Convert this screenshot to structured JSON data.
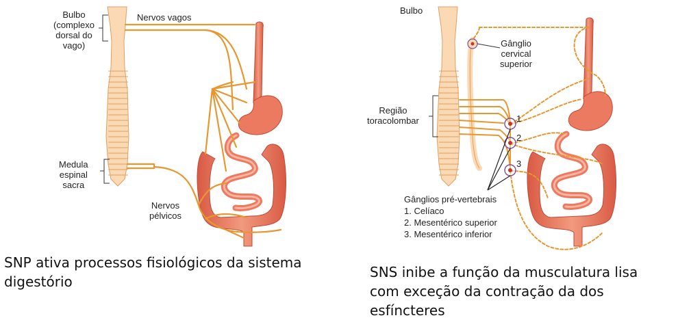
{
  "left_diagram": {
    "bulbo_label": "Bulbo\n(complexo\ndorsal do\nvago)",
    "nervos_vagos_label": "Nervos vagos",
    "medula_label": "Medula\nespinal\nsacra",
    "nervos_pelvicos_label": "Nervos\npélvicos",
    "caption": "SNP ativa processos fisiológicos da sistema digestório"
  },
  "right_diagram": {
    "bulbo_label": "Bulbo",
    "ganglio_label": "Gânglio\ncervical\nsuperior",
    "regiao_label": "Região\ntoracolombar",
    "ganglion_numbers": [
      "1",
      "2",
      "3"
    ],
    "pre_vertebral_title": "Gânglios pré-vertebrais",
    "pre_vertebral_items": [
      "1. Celíaco",
      "2. Mesentérico superior",
      "3. Mesentérico inferior"
    ],
    "caption": "SNS inibe a função da musculatura lisa com exceção da contração da dos esfíncteres"
  },
  "colors": {
    "nerve": "#e8962e",
    "spine_fill": "#fbd9b4",
    "spine_line": "#e0a060",
    "organ": "#e8705a",
    "organ_light": "#f4a08a",
    "ganglion_ring": "#7a4e9a",
    "ganglion_dot": "#c0392b"
  }
}
